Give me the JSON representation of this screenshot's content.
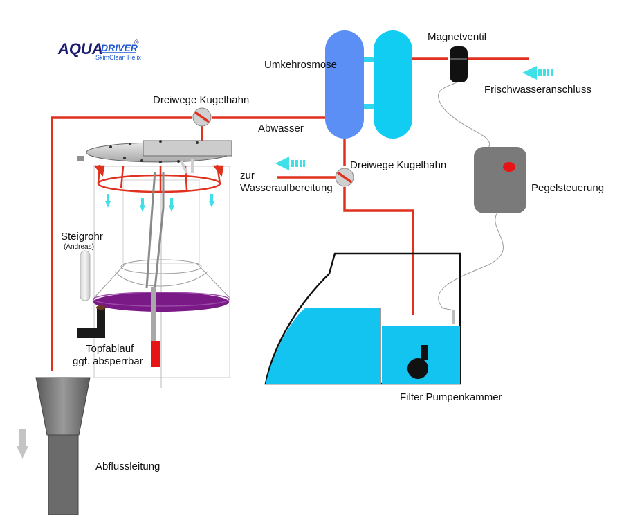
{
  "logo": {
    "brand_part1": "AQUA",
    "brand_part2": "DRIVER",
    "registered": "®",
    "product": "SkimClean Helix"
  },
  "labels": {
    "magnetventil": "Magnetventil",
    "umkehrosmose": "Umkehrosmose",
    "frischwasser": "Frischwasseranschluss",
    "dreiwege_top": "Dreiwege Kugelhahn",
    "abwasser": "Abwasser",
    "zur": "zur",
    "wasseraufbereitung": "Wasseraufbereitung",
    "dreiwege_mid": "Dreiwege Kugelhahn",
    "pegelsteuerung": "Pegelsteuerung",
    "steigrohr": "Steigrohr",
    "andreas": "(Andreas)",
    "topfablauf": "Topfablauf",
    "absperrbar": "ggf. absperrbar",
    "filter": "Filter Pumpenkammer",
    "abfluss": "Abflussleitung"
  },
  "colors": {
    "pipe": "#e0301e",
    "ro_membrane_left": "#5b8ff5",
    "ro_membrane_right": "#12cdf2",
    "water": "#12c4ef",
    "sensor_box": "#7a7a7a",
    "skimmer_ring": "#7a1a86",
    "flow_arrow": "#3fe0e8"
  },
  "icons": [
    "magnetic-valve-icon",
    "three-way-valve-icon",
    "pump-icon",
    "flow-arrow-icon",
    "level-sensor-icon"
  ]
}
